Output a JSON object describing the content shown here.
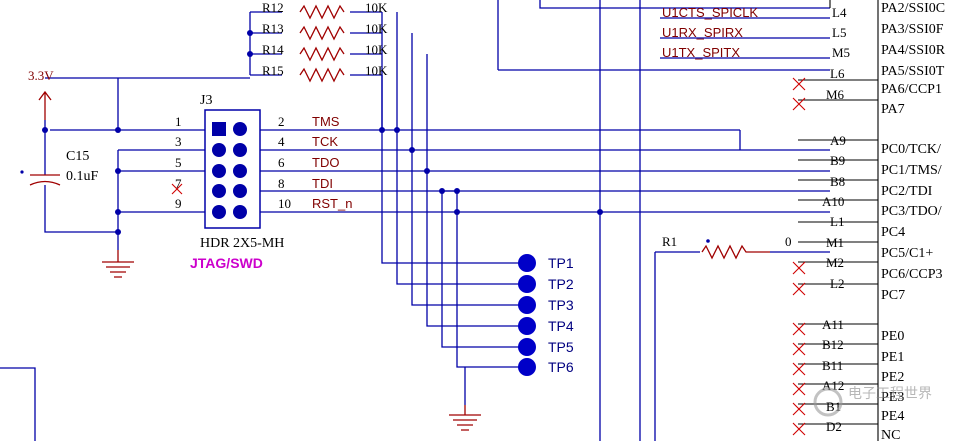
{
  "power": {
    "label": "3.3V"
  },
  "capacitor": {
    "ref": "C15",
    "value": "0.1uF"
  },
  "resistors": [
    {
      "ref": "R12",
      "value": "10K"
    },
    {
      "ref": "R13",
      "value": "10K"
    },
    {
      "ref": "R14",
      "value": "10K"
    },
    {
      "ref": "R15",
      "value": "10K"
    }
  ],
  "header": {
    "ref": "J3",
    "part": "HDR 2X5-MH",
    "function": "JTAG/SWD",
    "pins_left": [
      "1",
      "3",
      "5",
      "7",
      "9"
    ],
    "pins_right": [
      "2",
      "4",
      "6",
      "8",
      "10"
    ],
    "nets": [
      "TMS",
      "TCK",
      "TDO",
      "TDI",
      "RST_n"
    ]
  },
  "testpoints": [
    "TP1",
    "TP2",
    "TP3",
    "TP4",
    "TP5",
    "TP6"
  ],
  "mcu_nets": [
    {
      "net": "U1CTS_SPICLK",
      "pin": "L4"
    },
    {
      "net": "U1RX_SPIRX",
      "pin": "L5"
    },
    {
      "net": "U1TX_SPITX",
      "pin": "M5"
    }
  ],
  "mcu_pins": [
    "L6",
    "M6",
    "A9",
    "B9",
    "B8",
    "A10",
    "L1",
    "M1",
    "M2",
    "L2",
    "A11",
    "B12",
    "B11",
    "A12",
    "B1",
    "D2"
  ],
  "mcu_port_labels": [
    "PA2/SSI0C",
    "PA3/SSI0F",
    "PA4/SSI0R",
    "PA5/SSI0T",
    "PA6/CCP1",
    "PA7",
    "PC0/TCK/",
    "PC1/TMS/",
    "PC2/TDI",
    "PC3/TDO/",
    "PC4",
    "PC5/C1+",
    "PC6/CCP3",
    "PC7",
    "PE0",
    "PE1",
    "PE2",
    "PE3",
    "PE4",
    "NC"
  ],
  "r1": {
    "ref": "R1",
    "value": "0"
  },
  "watermark": "电子工程世界"
}
